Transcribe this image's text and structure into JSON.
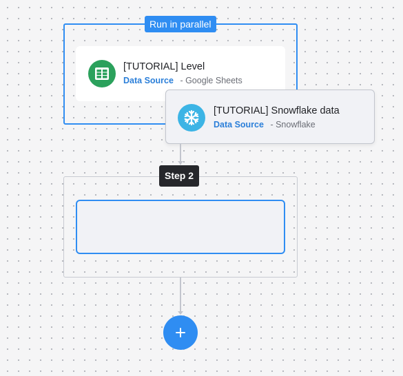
{
  "canvas": {
    "groups": [
      {
        "label": "Run in parallel"
      },
      {
        "label": "Step 2"
      }
    ],
    "cards": [
      {
        "title": "[TUTORIAL] Level",
        "type": "Data Source",
        "source": "- Google Sheets",
        "icon": "google-sheets-icon",
        "icon_color": "#2ba15c"
      },
      {
        "title": "[TUTORIAL] Snowflake data",
        "type": "Data Source",
        "source": "- Snowflake",
        "icon": "snowflake-icon",
        "icon_color": "#3cb4e5"
      }
    ],
    "add_button": {
      "icon": "plus-icon"
    }
  },
  "colors": {
    "accent": "#2f8df2",
    "step_label_bg": "#26272b"
  }
}
